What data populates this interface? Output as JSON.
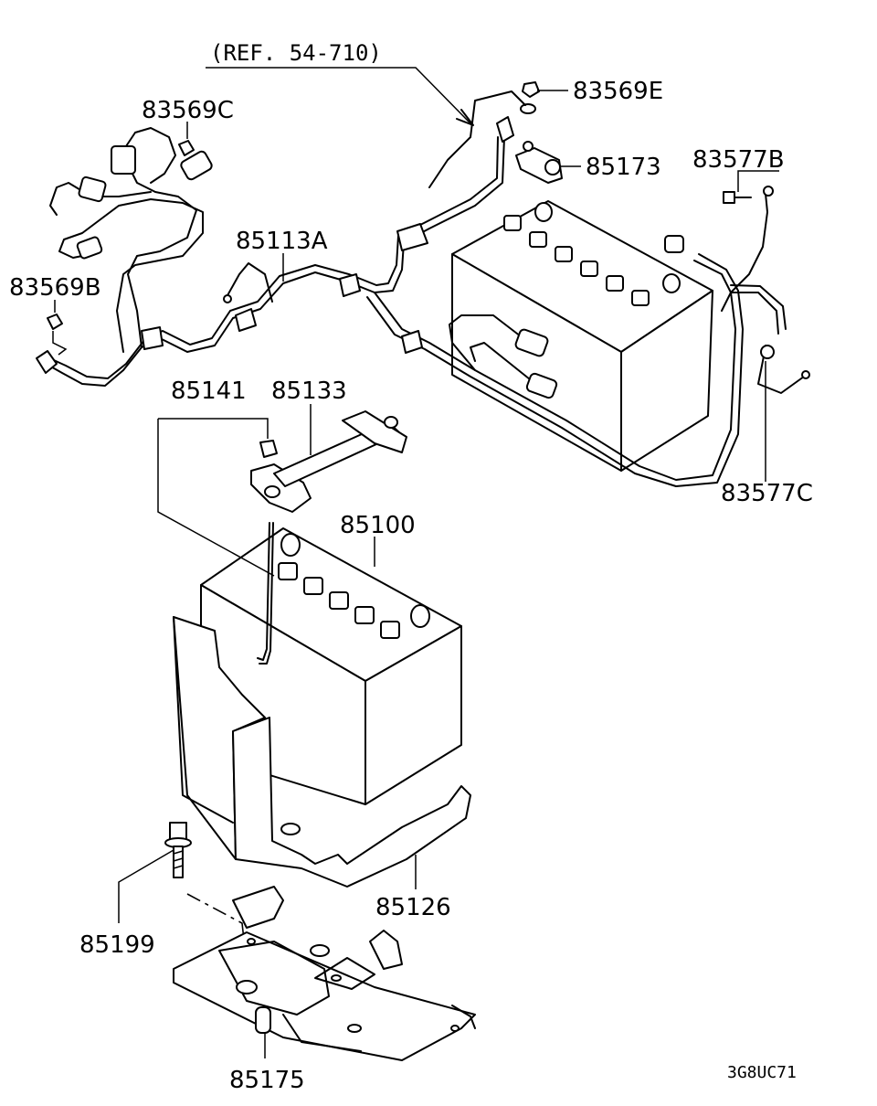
{
  "diagram": {
    "reference": "(REF. 54-710)",
    "drawing_code": "3G8UC71",
    "parts": [
      {
        "id": "p83569E",
        "label": "83569E"
      },
      {
        "id": "p85173",
        "label": "85173"
      },
      {
        "id": "p83577B",
        "label": "83577B"
      },
      {
        "id": "p83569C",
        "label": "83569C"
      },
      {
        "id": "p85113A",
        "label": "85113A"
      },
      {
        "id": "p83569B",
        "label": "83569B"
      },
      {
        "id": "p85141",
        "label": "85141"
      },
      {
        "id": "p85133",
        "label": "85133"
      },
      {
        "id": "p83577C",
        "label": "83577C"
      },
      {
        "id": "p85100",
        "label": "85100"
      },
      {
        "id": "p85126",
        "label": "85126"
      },
      {
        "id": "p85199",
        "label": "85199"
      },
      {
        "id": "p85175",
        "label": "85175"
      }
    ]
  }
}
